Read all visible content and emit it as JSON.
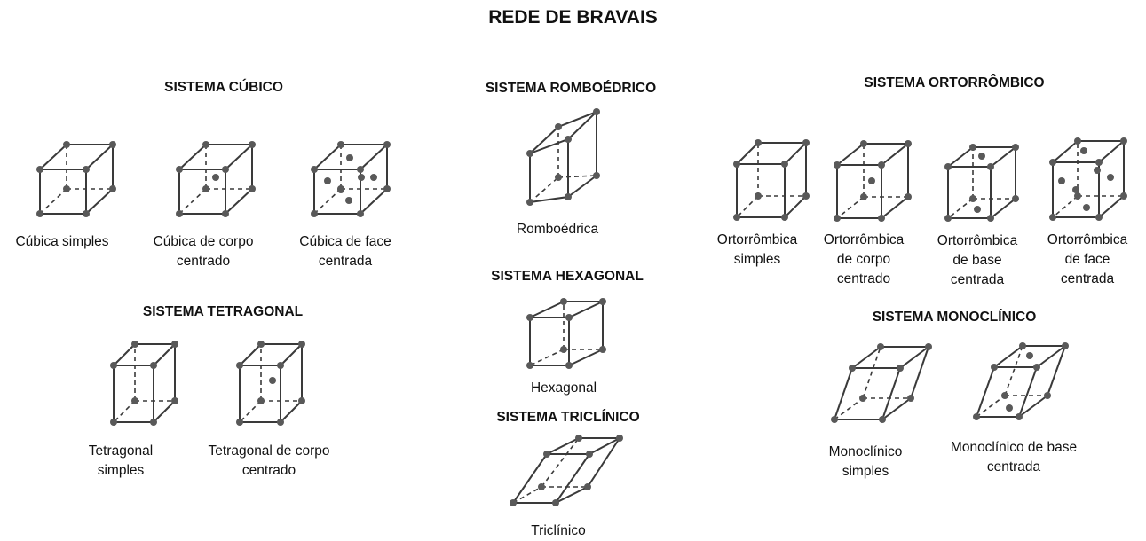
{
  "title": "REDE DE BRAVAIS",
  "systems": {
    "cubico": "SISTEMA CÚBICO",
    "tetragonal": "SISTEMA TETRAGONAL",
    "romboedrico": "SISTEMA ROMBOÉDRICO",
    "hexagonal": "SISTEMA HEXAGONAL",
    "triclinico": "SISTEMA TRICLÍNICO",
    "ortorrombico": "SISTEMA ORTORRÔMBICO",
    "monoclinico": "SISTEMA MONOCLÍNICO"
  },
  "lattices": {
    "cubica_simples": [
      "Cúbica simples"
    ],
    "cubica_corpo": [
      "Cúbica de corpo",
      "centrado"
    ],
    "cubica_face": [
      "Cúbica de face",
      "centrada"
    ],
    "tetragonal_simples": [
      "Tetragonal",
      "simples"
    ],
    "tetragonal_corpo": [
      "Tetragonal de corpo",
      "centrado"
    ],
    "romboedrica": [
      "Romboédrica"
    ],
    "hexagonal": [
      "Hexagonal"
    ],
    "triclinico": [
      "Triclínico"
    ],
    "orto_simples": [
      "Ortorrômbica",
      "simples"
    ],
    "orto_corpo": [
      "Ortorrômbica",
      "de corpo",
      "centrado"
    ],
    "orto_base": [
      "Ortorrômbica",
      "de base",
      "centrada"
    ],
    "orto_face": [
      "Ortorrômbica",
      "de face",
      "centrada"
    ],
    "mono_simples": [
      "Monoclínico",
      "simples"
    ],
    "mono_base": [
      "Monoclínico de base",
      "centrada"
    ]
  }
}
